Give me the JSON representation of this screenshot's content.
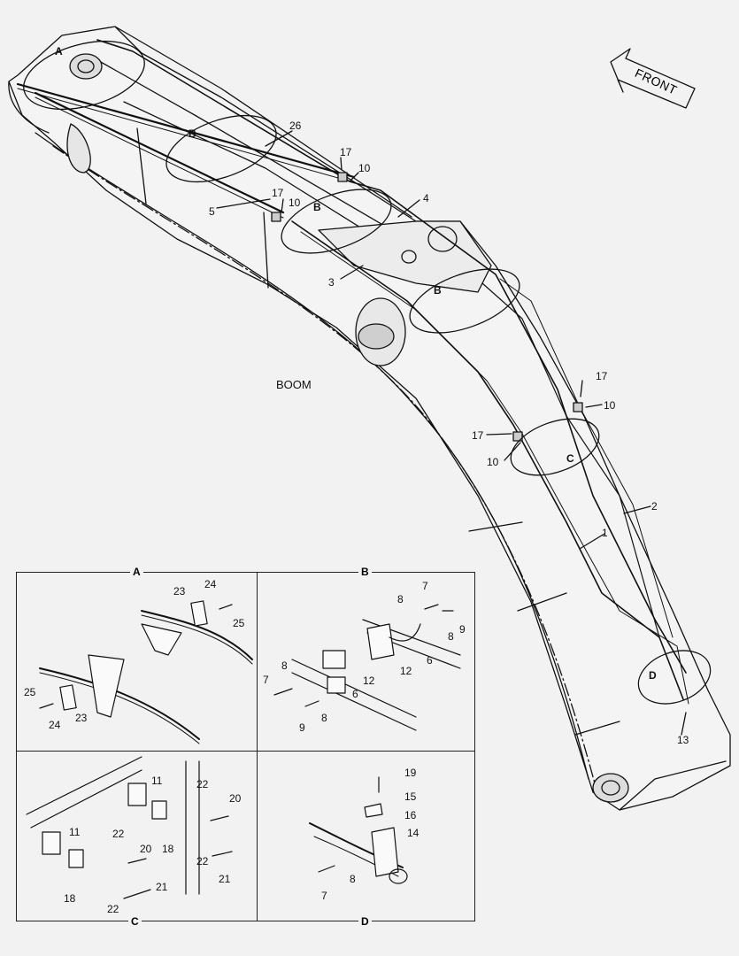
{
  "diagram": {
    "front_label": "FRONT",
    "boom_label": "BOOM",
    "main_labels": {
      "A": "A",
      "B1": "B",
      "B2": "B",
      "B3": "B",
      "C": "C",
      "D": "D",
      "n26": "26",
      "n17a": "17",
      "n10a": "10",
      "n17b": "17",
      "n10b": "10",
      "n5": "5",
      "n4": "4",
      "n3": "3",
      "n17c": "17",
      "n10c": "10",
      "n17d": "17",
      "n10d": "10",
      "n2": "2",
      "n1": "1",
      "n13": "13"
    },
    "panels": {
      "A": {
        "title": "A",
        "labels": {
          "n23a": "23",
          "n24a": "24",
          "n25a": "25",
          "n25b": "25",
          "n24b": "24",
          "n23b": "23"
        }
      },
      "B": {
        "title": "B",
        "labels": {
          "n7a": "7",
          "n8a": "8",
          "n8b": "8",
          "n9a": "9",
          "n6a": "6",
          "n12a": "12",
          "n8c": "8",
          "n7b": "7",
          "n12b": "12",
          "n6b": "6",
          "n9b": "9",
          "n8d": "8"
        }
      },
      "C": {
        "title": "C",
        "labels": {
          "n11a": "11",
          "n22a": "22",
          "n20a": "20",
          "n18a": "18",
          "n22b": "22",
          "n21a": "21",
          "n11b": "11",
          "n22c": "22",
          "n20b": "20",
          "n18b": "18",
          "n22d": "22",
          "n21b": "21"
        }
      },
      "D": {
        "title": "D",
        "labels": {
          "n19": "19",
          "n15": "15",
          "n16": "16",
          "n14": "14",
          "n8": "8",
          "n7": "7"
        }
      }
    }
  }
}
